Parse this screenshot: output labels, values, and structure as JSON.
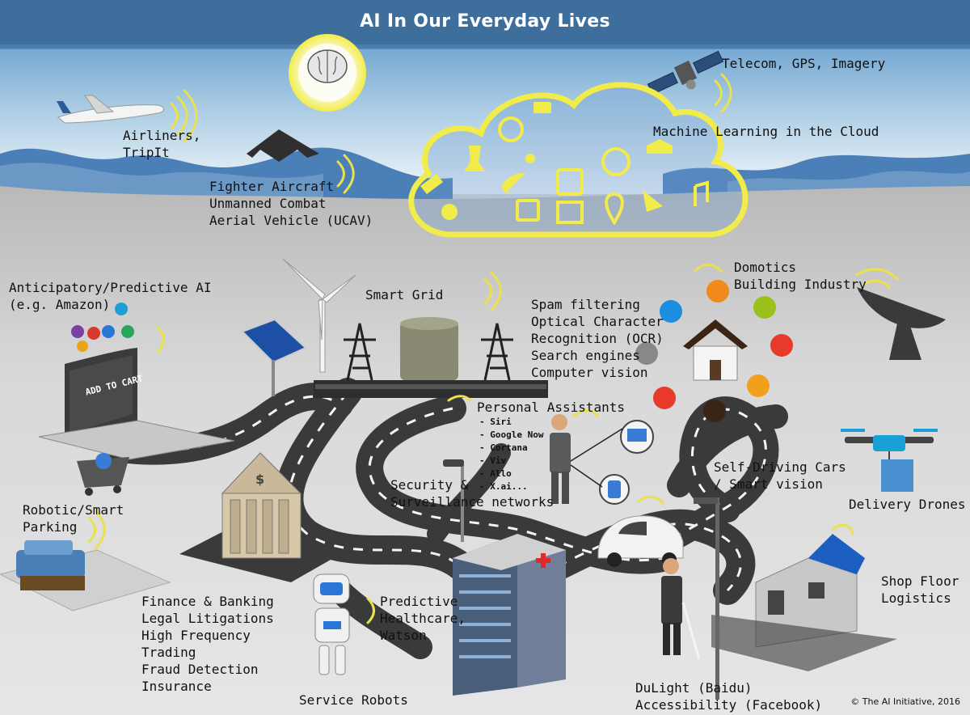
{
  "title": "AI In Our Everyday Lives",
  "labels": {
    "telecom": "Telecom, GPS, Imagery",
    "ml_cloud": "Machine Learning in the Cloud",
    "airliners": "Airliners,\nTripIt",
    "fighter": "Fighter Aircraft\nUnmanned Combat\nAerial Vehicle (UCAV)",
    "anticipatory": "Anticipatory/Predictive AI\n(e.g. Amazon)",
    "smart_grid": "Smart Grid",
    "spam": "Spam filtering\nOptical Character\nRecognition (OCR)\nSearch engines\nComputer vision",
    "domotics": "Domotics\nBuilding Industry",
    "personal_assistants": "Personal Assistants",
    "assistants_list": "- Siri\n- Google Now\n- Cortana\n- Viv\n- Allo\n- X.ai...",
    "security": "Security &\nSurveillance networks",
    "self_driving": "Self-Driving Cars\n/ Smart vision",
    "delivery_drones": "Delivery Drones",
    "robotic_parking": "Robotic/Smart\nParking",
    "finance": "Finance & Banking\nLegal Litigations\nHigh Frequency\nTrading\nFraud Detection\nInsurance",
    "predictive_health": "Predictive\nHealthcare,\nWatson",
    "shop_floor": "Shop Floor\nLogistics",
    "service_robots": "Service Robots",
    "dulight": "DuLight (Baidu)\nAccessibility (Facebook)",
    "laptop_screen": "ADD TO CART"
  },
  "copyright": "© The AI Initiative, 2016",
  "colors": {
    "title_bar": "#3d6e9c",
    "sky_top": "#4d8cc4",
    "sky_bottom": "#eef4f8",
    "mountains": "#4a7fb8",
    "ground": "#d5d5d5",
    "road": "#3a3a3a",
    "cloud_outline": "#f2ec4a",
    "wifi": "#e9e24a"
  },
  "icons": [
    "brain-icon",
    "sun-icon",
    "satellite-icon",
    "airplane-icon",
    "stealth-bomber-icon",
    "cloud-icon",
    "wind-turbine-icon",
    "solar-panel-icon",
    "power-grid-icon",
    "laptop-icon",
    "shopping-cart-icon",
    "house-icon",
    "satellite-dish-icon",
    "drone-icon",
    "bank-icon",
    "parking-car-icon",
    "robot-icon",
    "hospital-icon",
    "self-driving-car-icon",
    "factory-icon",
    "blind-person-icon",
    "businessman-icon",
    "security-camera-icon",
    "smartphone-icon"
  ]
}
